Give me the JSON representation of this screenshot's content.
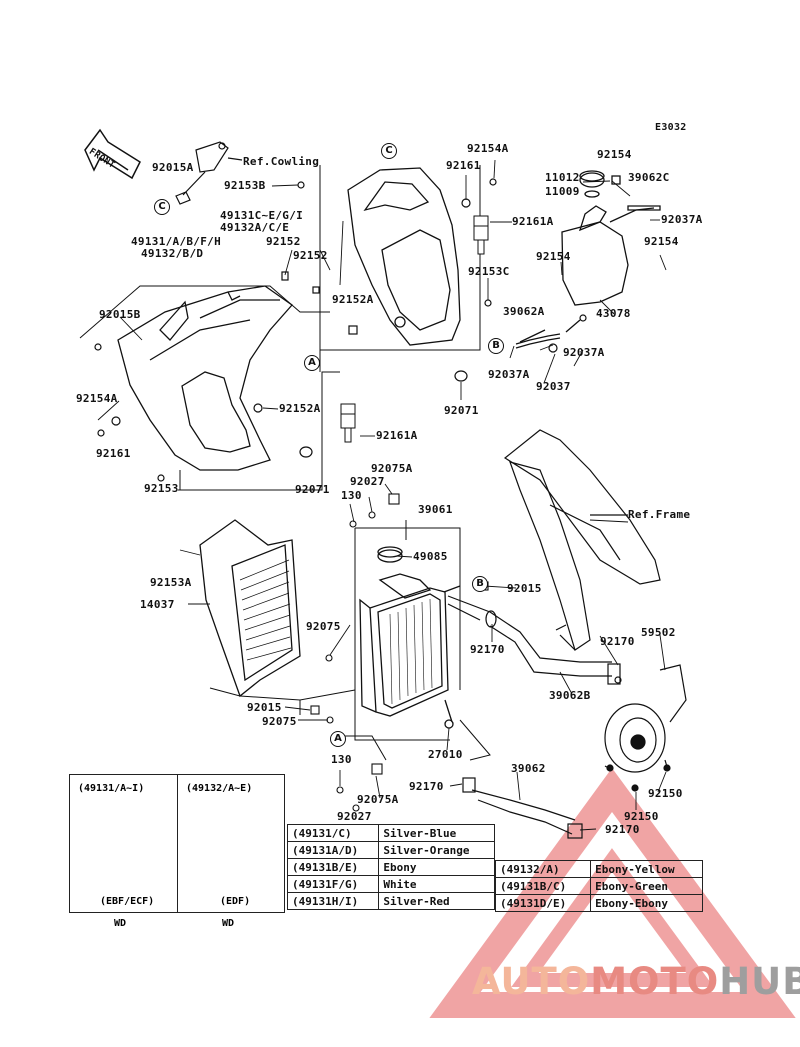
{
  "diagram_code": "E3032",
  "front_arrow_label": "FRONT",
  "ref_labels": {
    "cowling": "Ref.Cowling",
    "frame": "Ref.Frame"
  },
  "callouts": {
    "a": "A",
    "b": "B",
    "c": "C"
  },
  "parts": {
    "p92015A": "92015A",
    "p92153B": "92153B",
    "p49131_set_cegi": "49131C~E/G/I",
    "p49132_set_ace": "49132A/C/E",
    "p49131_set_abfh": "49131/A/B/F/H",
    "p49132_set_bd": "49132/B/D",
    "p92152_a": "92152",
    "p92152_b": "92152",
    "p92015B": "92015B",
    "p92154A_left": "92154A",
    "p92161_left": "92161",
    "p92153": "92153",
    "p92152A_lower": "92152A",
    "p92071_left": "92071",
    "p92161A_lower": "92161A",
    "p92152A_upper": "92152A",
    "p92154A_top": "92154A",
    "p92161_top": "92161",
    "p92161A_top": "92161A",
    "p92153C": "92153C",
    "p92071_right": "92071",
    "p11012": "11012",
    "p11009": "11009",
    "p92154_top": "92154",
    "p39062C": "39062C",
    "p92037A_top": "92037A",
    "p92154_mid": "92154",
    "p92154_left": "92154",
    "p43078": "43078",
    "p39062A": "39062A",
    "p92037A_right": "92037A",
    "p92037A_left": "92037A",
    "p92037": "92037",
    "p92075A_top": "92075A",
    "p92027_top": "92027",
    "p130_top": "130",
    "p39061": "39061",
    "p49085": "49085",
    "p92015_right": "92015",
    "p92153A": "92153A",
    "p14037": "14037",
    "p92075_left": "92075",
    "p92170_upper": "92170",
    "p92170_right": "92170",
    "p59502": "59502",
    "p39062B": "39062B",
    "p92015_lower": "92015",
    "p92075_lower": "92075",
    "p27010": "27010",
    "p130_bottom": "130",
    "p92170_lower": "92170",
    "p39062": "39062",
    "p92150_right": "92150",
    "p92150_lower": "92150",
    "p92075A_bottom": "92075A",
    "p92027_bottom": "92027",
    "p92170_bottom": "92170"
  },
  "color_table_left": [
    {
      "code": "(49131/C)",
      "color": "Silver-Blue"
    },
    {
      "code": "(49131A/D)",
      "color": "Silver-Orange"
    },
    {
      "code": "(49131B/E)",
      "color": "Ebony"
    },
    {
      "code": "(49131F/G)",
      "color": "White"
    },
    {
      "code": "(49131H/I)",
      "color": "Silver-Red"
    }
  ],
  "color_table_right": [
    {
      "code": "(49132/A)",
      "color": "Ebony-Yellow"
    },
    {
      "code": "(49131B/C)",
      "color": "Ebony-Green"
    },
    {
      "code": "(49131D/E)",
      "color": "Ebony-Ebony"
    }
  ],
  "insets": [
    {
      "title": "(49131/A~I)",
      "variant": "(EBF/ECF)",
      "market": "WD"
    },
    {
      "title": "(49132/A~E)",
      "variant": "(EDF)",
      "market": "WD"
    }
  ],
  "watermark": {
    "part1": "AUTO",
    "part2": "MOTO",
    "part3": "HUB",
    "color1": "#f4b69a",
    "color2": "#e88a82",
    "color3": "#9e9e9e",
    "triangle_color": "#e45a5a"
  }
}
